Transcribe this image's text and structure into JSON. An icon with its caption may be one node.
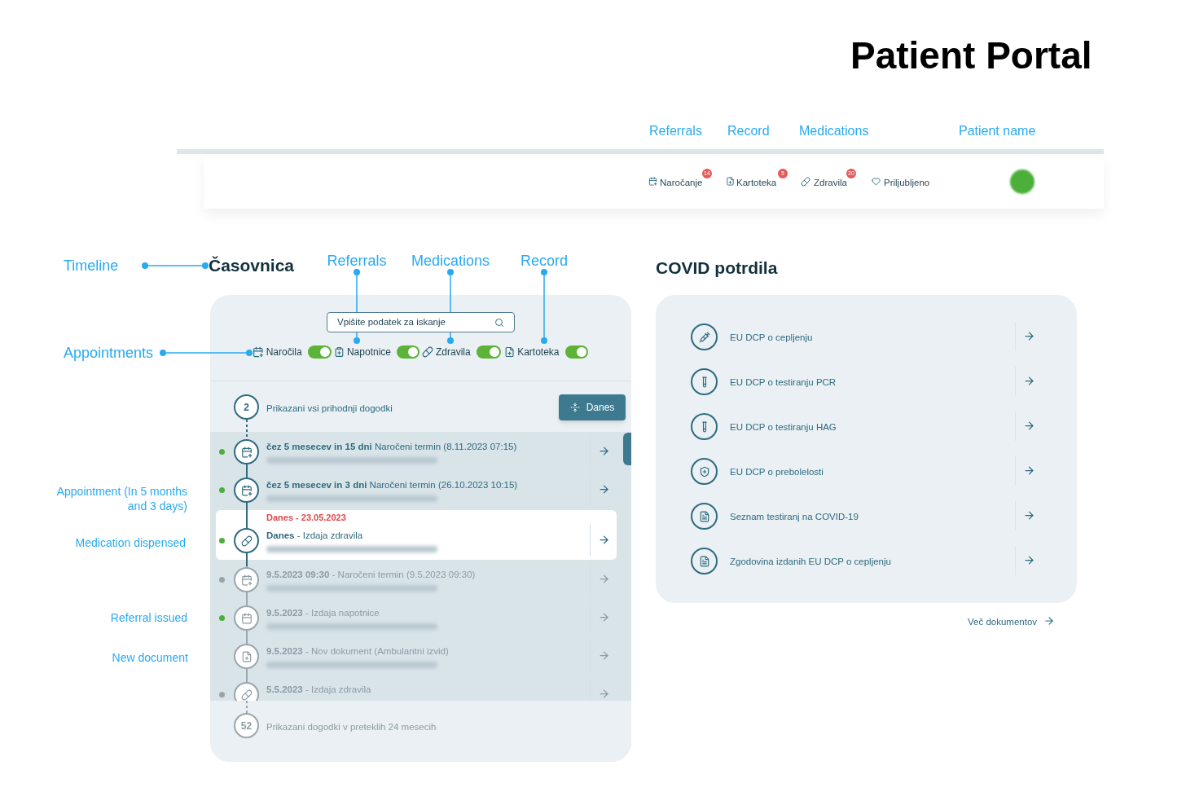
{
  "diagram": {
    "title": "Patient Portal",
    "nodes": [
      {
        "text": [
          "Timeline"
        ]
      },
      {
        "text": [
          "Časovnica"
        ]
      },
      {
        "text": [
          "Referrals"
        ]
      },
      {
        "text": [
          "Medications"
        ]
      },
      {
        "text": [
          "Record"
        ]
      },
      {
        "text": [
          "Appointments"
        ]
      },
      {
        "text": [
          "Naročila"
        ]
      },
      {
        "text": [
          "Napotnice"
        ]
      },
      {
        "text": [
          "Zdravila"
        ]
      },
      {
        "text": [
          "Kartoteka"
        ]
      }
    ],
    "edges": [
      {
        "from": 0,
        "to": 1,
        "arrow": "other"
      },
      {
        "from": 2,
        "to": 7,
        "arrow": "other"
      },
      {
        "from": 3,
        "to": 8,
        "arrow": "other"
      },
      {
        "from": 4,
        "to": 9,
        "arrow": "other"
      },
      {
        "from": 5,
        "to": 6,
        "arrow": "other"
      }
    ],
    "labels": [
      "Referrals",
      "Record",
      "Medications",
      "Patient name",
      "Naročanje",
      "14",
      "Kartoteka",
      "5",
      "Zdravila",
      "20",
      "Priljubljeno",
      "Vpišite podatek za iskanje",
      "2",
      "Prikazani vsi prihodnji dogodki",
      "Danes",
      "**čez 5 mesecev in 15 dni** Naročeni termin (8.11.2023 07:15)",
      "Appointment (In 5 months and 3 days)",
      "**čez 5 mesecev in 3 dni** Naročeni termin (26.10.2023 10:15)",
      "Danes - 23.05.2023",
      "Medication dispensed",
      "**Danes** - Izdaja zdravila",
      "**9.5.2023 09:30** - Naročeni termin (9.5.2023 09:30)",
      "Referral issued",
      "**9.5.2023** - Izdaja napotnice",
      "New document",
      "**9.5.2023** - Nov dokument (Ambulantni izvid)",
      "**5.5.2023** - Izdaja zdravila",
      "52",
      "Prikazani dogodki v preteklih 24 mesecih",
      "COVID potrdila",
      "EU DCP o cepljenju",
      "EU DCP o testiranju PCR",
      "EU DCP o testiranju HAG",
      "EU DCP o prebolelosti",
      "Seznam testiranj na COVID-19",
      "Zgodovina izdanih EU DCP o cepljenju",
      "Več dokumentov"
    ]
  }
}
